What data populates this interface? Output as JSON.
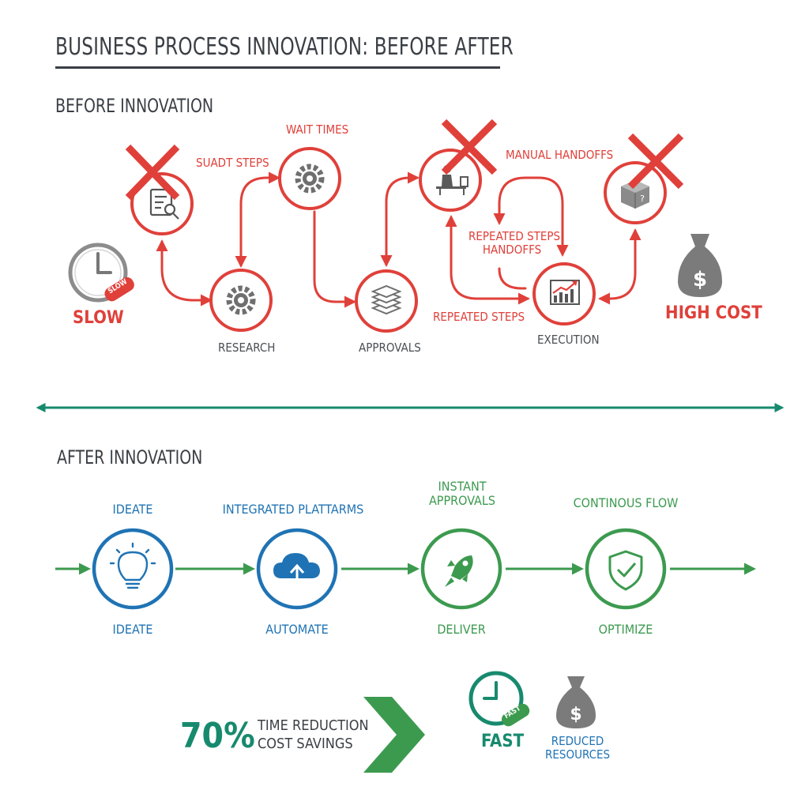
{
  "title": "BUSINESS PROCESS INNOVATION: BEFORE AFTER",
  "before": {
    "heading": "BEFORE INNOVATION",
    "slow_label": "SLOW",
    "slow_badge": "SLOW",
    "high_cost_label": "HIGH COST",
    "annotations": {
      "extra_steps": "SUADT STEPS",
      "wait_times": "WAIT TIMES",
      "manual_handoffs": "MANUAL HANDOFFS",
      "repeated_handoffs_line1": "REPEATED STEPS",
      "repeated_handoffs_line2": "HANDOFFS",
      "repeated_steps": "REPEATED STEPS"
    },
    "steps": {
      "research": "RESEARCH",
      "approvals": "APPROVALS",
      "execution": "EXECUTION"
    },
    "icons": [
      "document-search-icon",
      "gear-icon",
      "gear-icon",
      "stack-icon",
      "desk-worker-icon",
      "growth-chart-icon",
      "box-question-icon",
      "clock-icon",
      "money-bag-icon"
    ],
    "colors": {
      "accent": "#e0403a",
      "neutral": "#7d7d7d"
    }
  },
  "after": {
    "heading": "AFTER INNOVATION",
    "steps": [
      {
        "top": "IDEATE",
        "bottom": "IDEATE",
        "icon": "lightbulb-icon"
      },
      {
        "top": "INTEGRATED PLATTARMS",
        "bottom": "AUTOMATE",
        "icon": "cloud-upload-icon"
      },
      {
        "top_line1": "INSTANT",
        "top_line2": "APPROVALS",
        "bottom": "DELIVER",
        "icon": "rocket-icon"
      },
      {
        "top": "CONTINOUS FLOW",
        "bottom": "OPTIMIZE",
        "icon": "shield-check-icon"
      }
    ],
    "colors": {
      "blue": "#1f73b4",
      "green": "#3c9a4f",
      "teal": "#178a6e"
    }
  },
  "results": {
    "percent": "70%",
    "line1": "TIME REDUCTION",
    "line2": "COST SAVINGS",
    "fast_label": "FAST",
    "fast_badge": "FAST",
    "reduced_line1": "REDUCED",
    "reduced_line2": "RESOURCES"
  }
}
